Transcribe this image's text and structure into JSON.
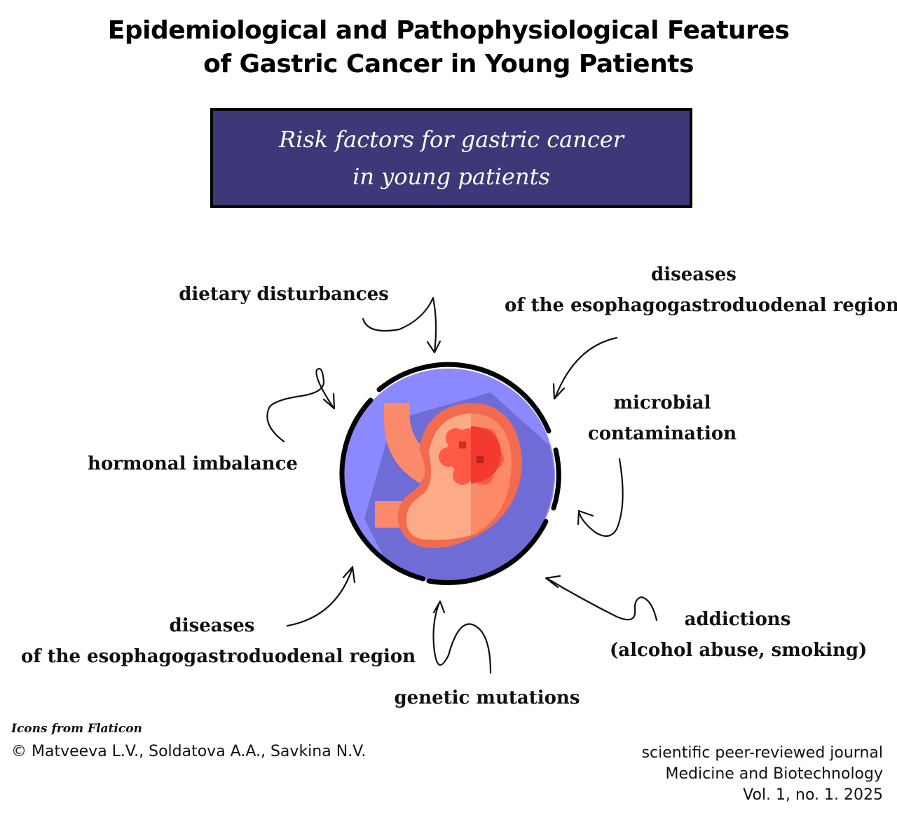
{
  "title": {
    "line1": "Epidemiological and Pathophysiological Features",
    "line2": "of Gastric Cancer in Young Patients"
  },
  "header_box": {
    "line1": "Risk factors for gastric cancer",
    "line2": "in young patients",
    "background_color": "#3d3878"
  },
  "factors": {
    "dietary": "dietary disturbances",
    "esophago_top": {
      "line1": "diseases",
      "line2": "of the esophagogastroduodenal region"
    },
    "hormonal": "hormonal imbalance",
    "microbial": {
      "line1": "microbial",
      "line2": "contamination"
    },
    "esophago_bottom": {
      "line1": "diseases",
      "line2": "of the esophagogastroduodenal region"
    },
    "genetic": "genetic mutations",
    "addictions": {
      "line1": "addictions",
      "line2": "(alcohol abuse, smoking)"
    }
  },
  "center_icon": "stomach-with-tumor-icon",
  "colors": {
    "circle": "#8c88ff",
    "shadow": "#6f6cd6",
    "stomach_light": "#fdaa86",
    "stomach_outline": "#f26b4f",
    "tumor": "#ff5a43",
    "esophagus": "#fb8a6c"
  },
  "footer": {
    "credit": "Icons from Flaticon",
    "copyright": "© Matveeva L.V., Soldatova A.A., Savkina N.V.",
    "journal_line1": "scientific peer-reviewed journal",
    "journal_line2": "Medicine and Biotechnology",
    "journal_line3": "Vol. 1, no. 1. 2025"
  }
}
